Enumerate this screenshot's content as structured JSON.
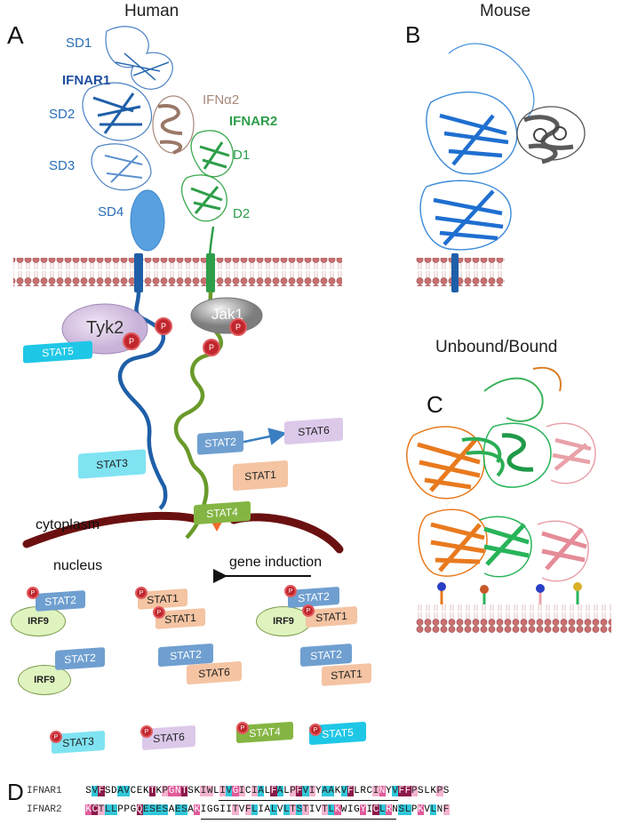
{
  "panel_labels": {
    "A": "A",
    "B": "B",
    "C": "C",
    "D": "D"
  },
  "headers": {
    "human": "Human",
    "mouse": "Mouse",
    "unbound_bound": "Unbound/Bound"
  },
  "receptor_labels": {
    "sd1": "SD1",
    "ifnar1": "IFNAR1",
    "sd2": "SD2",
    "sd3": "SD3",
    "sd4": "SD4",
    "ifna2": "IFNα2",
    "ifnar2": "IFNAR2",
    "d1": "D1",
    "d2": "D2"
  },
  "kinases": {
    "tyk2": "Tyk2",
    "jak1": "Jak1"
  },
  "phospho": "P",
  "compartments": {
    "cytoplasm": "cytoplasm",
    "nucleus": "nucleus",
    "gene_induction": "gene induction"
  },
  "cytoplasm_stats": {
    "stat5": "STAT5",
    "stat3": "STAT3",
    "stat2": "STAT2",
    "stat6": "STAT6",
    "stat1": "STAT1",
    "stat4": "STAT4"
  },
  "nucleus_complexes": [
    {
      "irf": "IRF9",
      "stat_a": "STAT2"
    },
    {
      "stat_a": "STAT1",
      "stat_b": "STAT1"
    },
    {
      "irf": "IRF9",
      "stat_a": "STAT2",
      "stat_b": "STAT1"
    },
    {
      "irf": "IRF9",
      "stat_a": "STAT2"
    },
    {
      "stat_a": "STAT2",
      "stat_b": "STAT6"
    },
    {
      "stat_a": "STAT2",
      "stat_b": "STAT1"
    },
    {
      "stat_a": "STAT3"
    },
    {
      "stat_a": "STAT6"
    },
    {
      "stat_a": "STAT4"
    },
    {
      "stat_a": "STAT5"
    }
  ],
  "sequences": [
    {
      "name": "IFNAR1",
      "seq": "SVFSDAVCEKTKPGNTSKIWLIVGICIALFALPFVIYAAKVFLRCINYVFFPSLKPS"
    },
    {
      "name": "IFNAR2",
      "seq": "KCTLLPPGQESESAESAKIGGIITVFLIALVLTSTIVTLKWIGYICLRNSLPKVLNF"
    }
  ],
  "colors": {
    "ifnar1": "#2a6db5",
    "ifnar2": "#2e9e4a",
    "ifn": "#a8887a",
    "membrane": "#c96a6a",
    "orange_struct": "#e87a1e",
    "green_struct": "#28b45a",
    "pink_struct": "#e9a1a8",
    "arrow": "#8b1a1a"
  }
}
